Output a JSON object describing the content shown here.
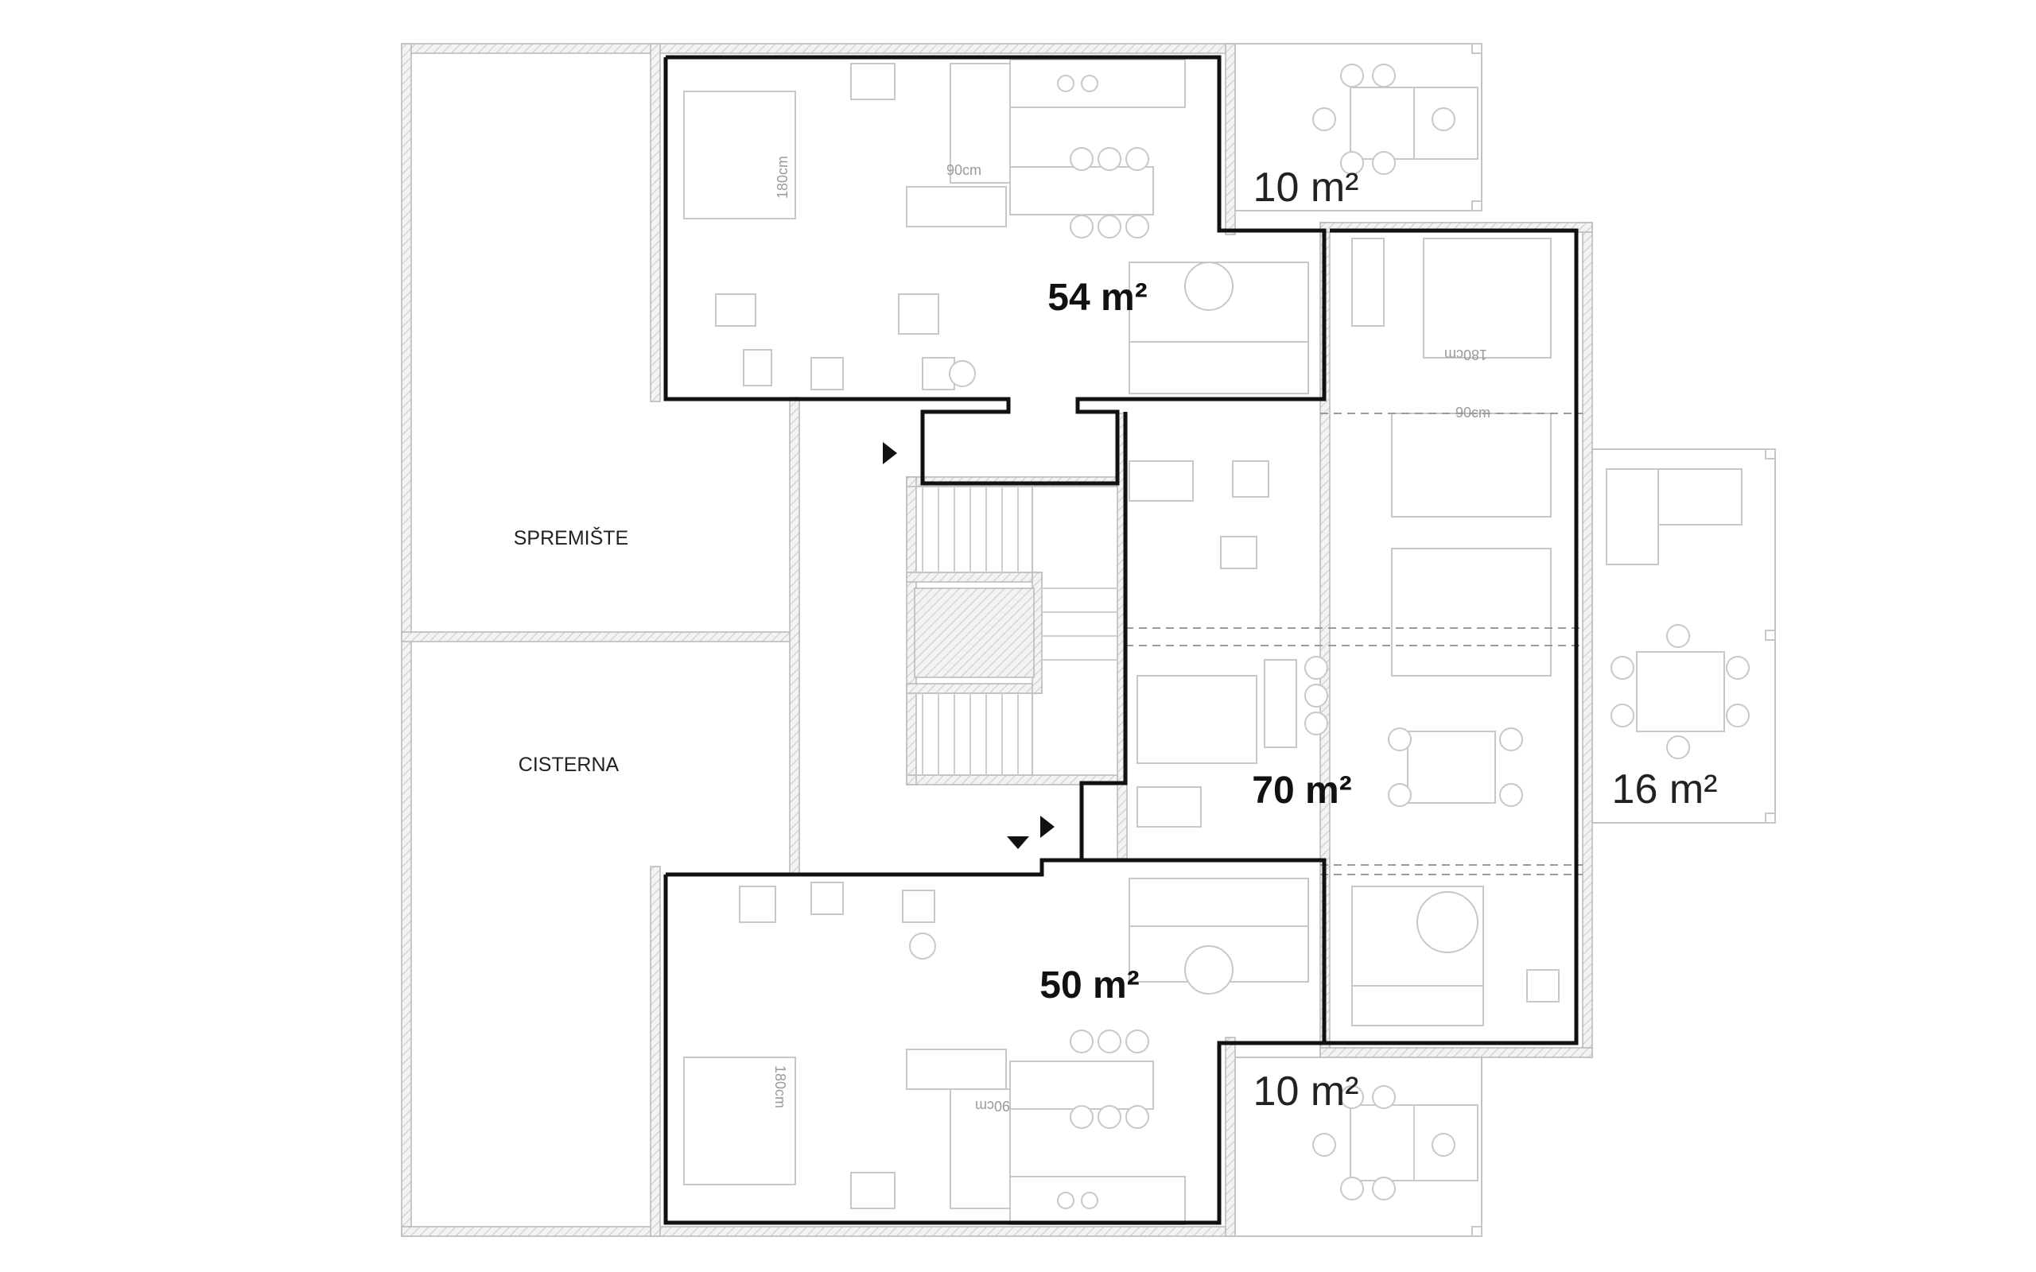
{
  "rooms": {
    "storage": "SPREMIŠTE",
    "cistern": "CISTERNA"
  },
  "apartments": {
    "top": "54 m²",
    "right": "70 m²",
    "bottom": "50 m²"
  },
  "terraces": {
    "top": "10 m²",
    "right": "16 m²",
    "bottom": "10 m²"
  },
  "dimensions": {
    "bed_double": "180cm",
    "bed_single": "90cm"
  },
  "colors": {
    "apartment_outline": "#111111",
    "wall": "#bdbdbd",
    "furniture": "#c8c8c8"
  }
}
